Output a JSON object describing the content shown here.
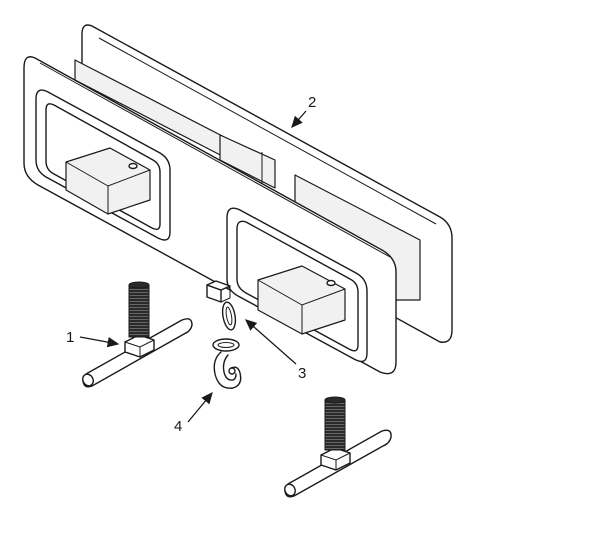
{
  "callouts": [
    {
      "id": "1",
      "label": "1"
    },
    {
      "id": "2",
      "label": "2"
    },
    {
      "id": "3",
      "label": "3"
    },
    {
      "id": "4",
      "label": "4"
    }
  ],
  "colors": {
    "stroke": "#1a1a1a",
    "background": "#ffffff",
    "bolt_thread": "#2a2a2a"
  }
}
